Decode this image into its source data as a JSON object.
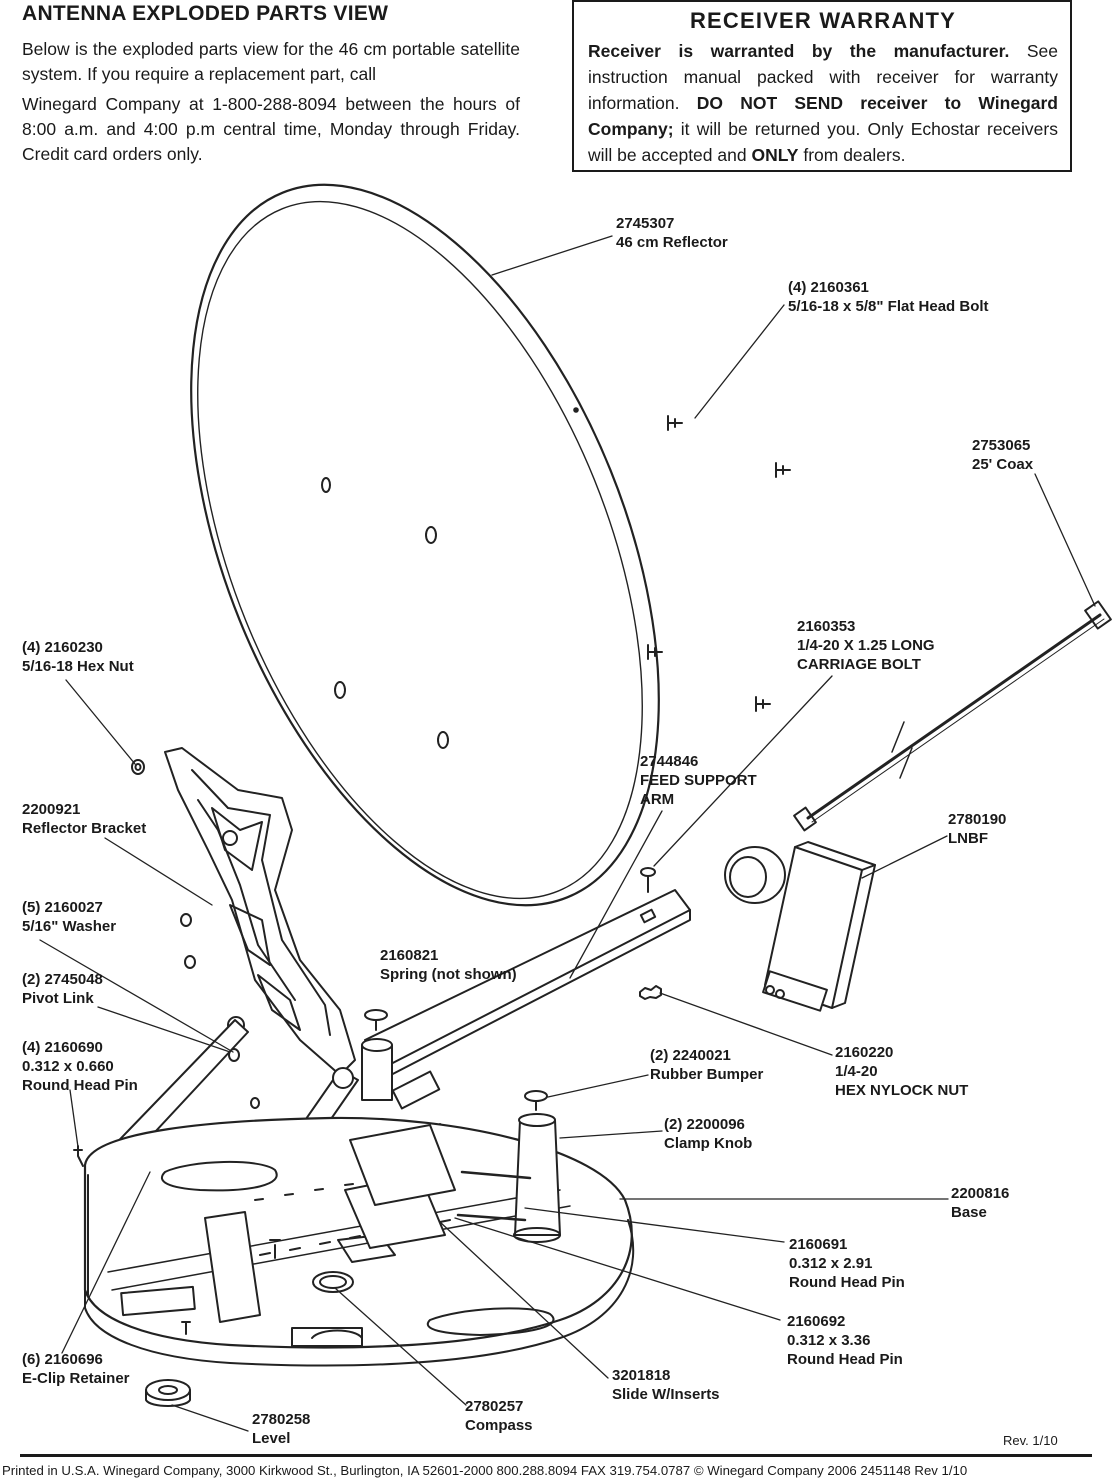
{
  "header": {
    "title": "ANTENNA EXPLODED PARTS VIEW",
    "intro_p1": "Below is the exploded parts view for the 46 cm portable satellite system.  If you require a replacement part, call",
    "intro_p2": "Winegard Company at 1-800-288-8094 between the hours of 8:00 a.m. and 4:00 p.m central time, Monday through Friday.  Credit card orders only."
  },
  "warranty": {
    "heading": "RECEIVER WARRANTY",
    "s1": "Receiver is warranted by the manufacturer.",
    "s2": " See instruction manual packed with receiver for warranty information.  ",
    "s3": "DO NOT SEND receiver to Winegard Company;",
    "s4": " it will be returned you.  Only Echostar receivers will be accepted and ",
    "s5": "ONLY",
    "s6": " from dealers."
  },
  "parts": [
    {
      "id": "reflector",
      "part": "2745307",
      "desc": "46 cm Reflector"
    },
    {
      "id": "flat-head-bolt",
      "part": "(4) 2160361",
      "desc": "5/16-18 x 5/8\" Flat Head Bolt"
    },
    {
      "id": "coax",
      "part": "2753065",
      "desc": "25' Coax"
    },
    {
      "id": "hex-nut",
      "part": "(4) 2160230",
      "desc": "5/16-18 Hex Nut"
    },
    {
      "id": "carriage-bolt",
      "part": "2160353",
      "desc": "1/4-20 X 1.25 LONG",
      "desc2": "CARRIAGE BOLT"
    },
    {
      "id": "feed-support-arm",
      "part": "2744846",
      "desc": "FEED SUPPORT",
      "desc2": "ARM"
    },
    {
      "id": "reflector-bracket",
      "part": "2200921",
      "desc": "Reflector Bracket"
    },
    {
      "id": "lnbf",
      "part": "2780190",
      "desc": "LNBF"
    },
    {
      "id": "washer",
      "part": "(5) 2160027",
      "desc": "5/16\" Washer"
    },
    {
      "id": "spring",
      "part": "2160821",
      "desc": "Spring (not shown)"
    },
    {
      "id": "pivot-link",
      "part": "(2) 2745048",
      "desc": "Pivot Link"
    },
    {
      "id": "round-head-pin-660",
      "part": "(4) 2160690",
      "desc": "0.312 x 0.660",
      "desc2": "Round Head Pin"
    },
    {
      "id": "rubber-bumper",
      "part": "(2) 2240021",
      "desc": "Rubber Bumper"
    },
    {
      "id": "nylock-nut",
      "part": "2160220",
      "desc": "1/4-20",
      "desc2": "HEX NYLOCK NUT"
    },
    {
      "id": "clamp-knob",
      "part": "(2) 2200096",
      "desc": "Clamp Knob"
    },
    {
      "id": "base",
      "part": "2200816",
      "desc": "Base"
    },
    {
      "id": "round-head-pin-291",
      "part": "2160691",
      "desc": "0.312 x 2.91",
      "desc2": "Round Head Pin"
    },
    {
      "id": "round-head-pin-336",
      "part": "2160692",
      "desc": "0.312 x 3.36",
      "desc2": "Round Head Pin"
    },
    {
      "id": "e-clip",
      "part": "(6) 2160696",
      "desc": "E-Clip Retainer"
    },
    {
      "id": "slide",
      "part": "3201818",
      "desc": "Slide W/Inserts"
    },
    {
      "id": "compass",
      "part": "2780257",
      "desc": "Compass"
    },
    {
      "id": "level",
      "part": "2780258",
      "desc": "Level"
    }
  ],
  "revision": "Rev. 1/10",
  "footer": "Printed in U.S.A. Winegard Company, 3000 Kirkwood St., Burlington, IA 52601-2000 800.288.8094 FAX 319.754.0787 © Winegard Company  2006  2451148 Rev 1/10"
}
